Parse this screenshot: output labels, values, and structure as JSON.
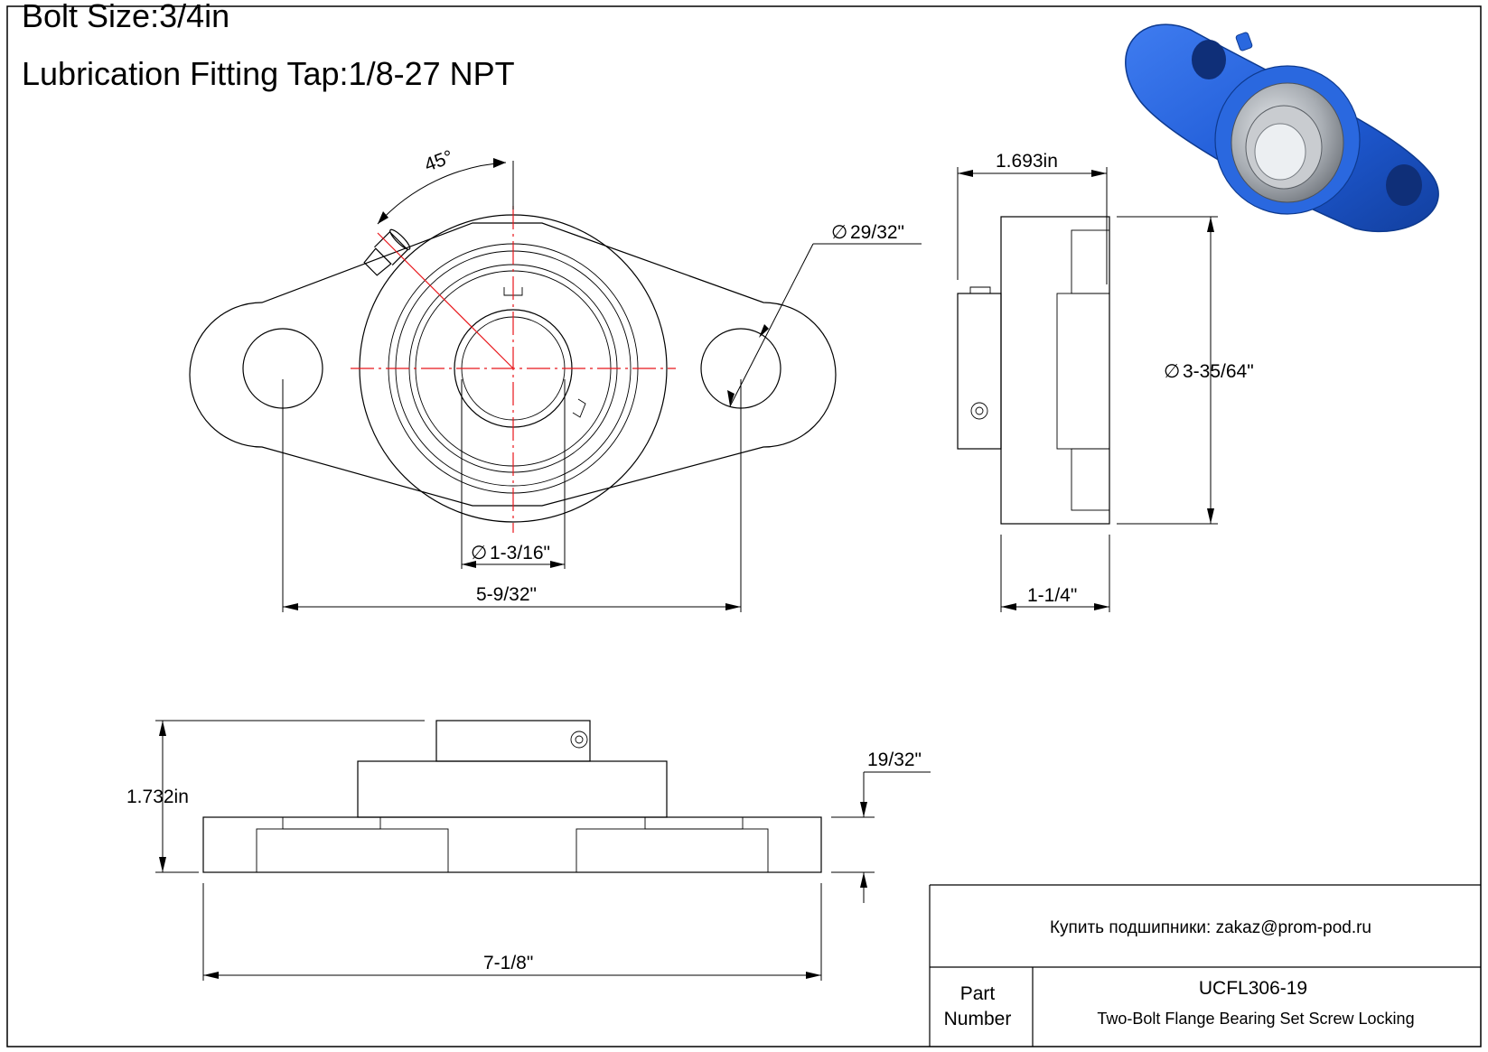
{
  "header": {
    "bolt_size": "Bolt Size:3/4in",
    "lubrication": "Lubrication Fitting Tap:1/8-27 NPT"
  },
  "dimensions": {
    "angle": "45°",
    "hole_dia": "29/32\"",
    "bore_dia": "1-3/16\"",
    "bolt_spacing": "5-9/32\"",
    "side_width": "1.693in",
    "housing_dia": "3-35/64\"",
    "base_width": "1-1/4\"",
    "overall_height": "1.732in",
    "flange_thickness": "19/32\"",
    "overall_length": "7-1/8\""
  },
  "diameter_symbol": "∅",
  "title_block": {
    "contact": "Купить подшипники: zakaz@prom-pod.ru",
    "part_label_line1": "Part",
    "part_label_line2": "Number",
    "part_number": "UCFL306-19",
    "description": "Two-Bolt Flange Bearing Set Screw Locking"
  },
  "colors": {
    "center_lines": "#e8161b",
    "render_housing": "#1f5bd6",
    "render_insert": "#a8adb3"
  }
}
